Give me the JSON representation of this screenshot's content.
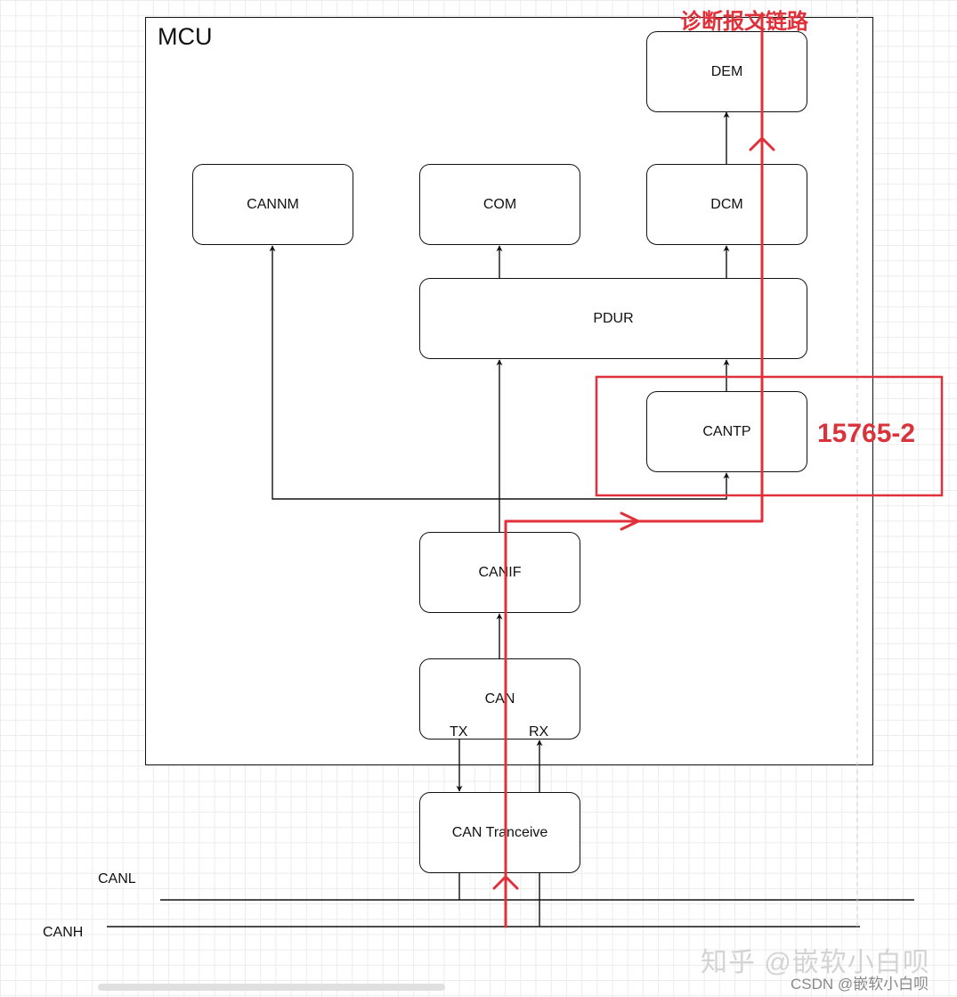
{
  "diagram": {
    "frame_label": "MCU",
    "modules": {
      "dem": "DEM",
      "cannm": "CANNM",
      "com": "COM",
      "dcm": "DCM",
      "pdur": "PDUR",
      "cantp": "CANTP",
      "canif": "CANIF",
      "can": "CAN",
      "tranceiver": "CAN Tranceive"
    },
    "port_labels": {
      "tx": "TX",
      "rx": "RX"
    },
    "bus_labels": {
      "canl": "CANL",
      "canh": "CANH"
    },
    "annotations": {
      "path_title": "诊断报文链路",
      "standard": "15765-2"
    },
    "colors": {
      "annotation": "#e0303a",
      "line": "#111111"
    }
  },
  "watermark": {
    "zhihu": "知乎 @嵌软小白呗",
    "csdn": "CSDN @嵌软小白呗"
  }
}
